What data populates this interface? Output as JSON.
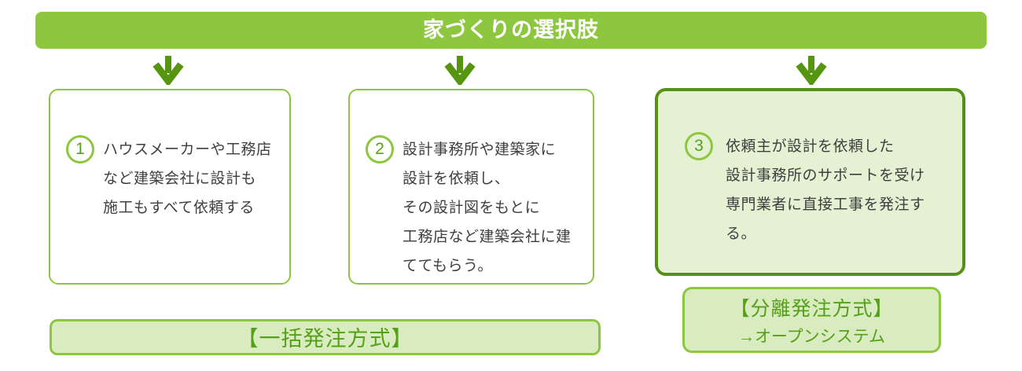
{
  "header": {
    "title": "家づくりの選択肢"
  },
  "icons": {
    "down_arrow": "↓"
  },
  "options": [
    {
      "number": "1",
      "highlighted": false,
      "lines": [
        "ハウスメーカーや工務店",
        "など建築会社に設計も",
        "施工もすべて依頼する"
      ]
    },
    {
      "number": "2",
      "highlighted": false,
      "lines": [
        "設計事務所や建築家に",
        "設計を依頼し、",
        "その設計図をもとに",
        "工務店など建築会社に建",
        "ててもらう。"
      ]
    },
    {
      "number": "3",
      "highlighted": true,
      "lines": [
        "依頼主が設計を依頼した",
        "設計事務所のサポートを受け",
        "専門業者に直接工事を発注する。"
      ]
    }
  ],
  "labels": {
    "batch": {
      "title": "【一括発注方式】"
    },
    "separate": {
      "title": "【分離発注方式】",
      "subtitle": "→オープンシステム"
    }
  },
  "colors": {
    "banner_green": "#8dc63f",
    "dark_green": "#569016",
    "highlight_box_fill": "#e5f1d3",
    "label_fill": "#d9ecbf",
    "label_border": "#8dc63f",
    "green_text": "#55a019",
    "body_text": "#3f3f3f",
    "banner_text": "#ffffff"
  }
}
